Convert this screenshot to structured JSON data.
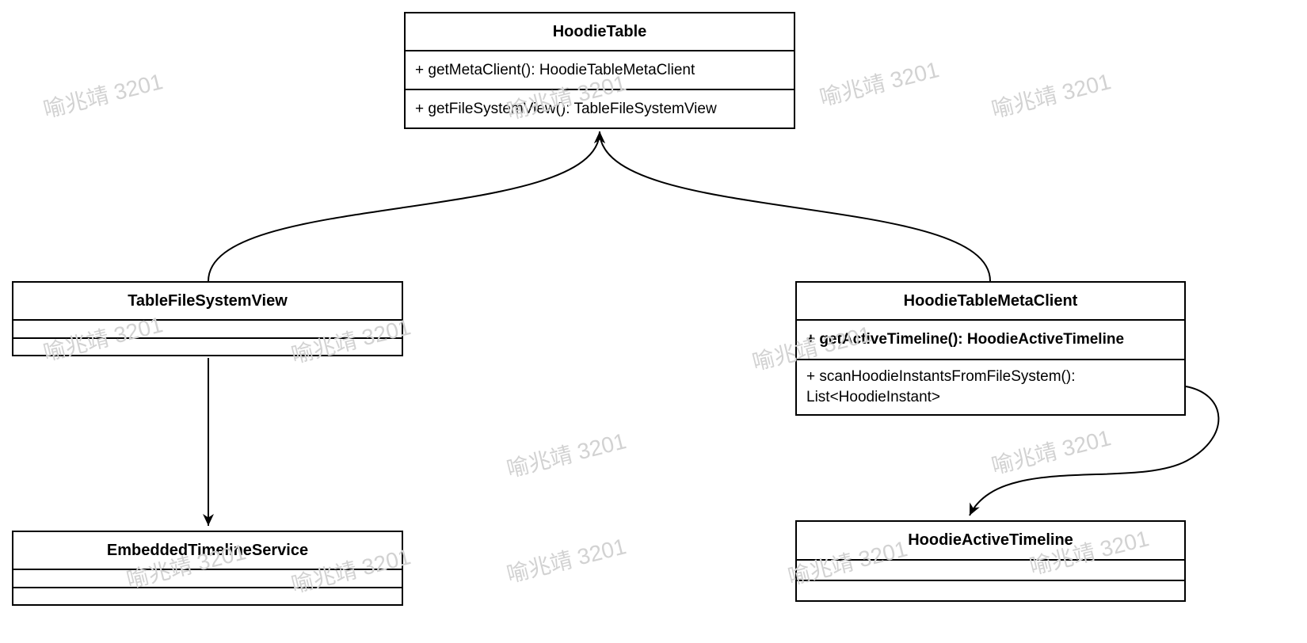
{
  "watermark": {
    "text": "喻兆靖 3201",
    "color": "#d2d2d2"
  },
  "classes": {
    "hoodie_table": {
      "title": "HoodieTable",
      "methods": [
        "+ getMetaClient(): HoodieTableMetaClient",
        "+ getFileSystemView(): TableFileSystemView"
      ]
    },
    "table_file_system_view": {
      "title": "TableFileSystemView",
      "methods": []
    },
    "hoodie_table_meta_client": {
      "title": "HoodieTableMetaClient",
      "methods": [
        "+ getActiveTimeline(): HoodieActiveTimeline",
        "+ scanHoodieInstantsFromFileSystem(): List<HoodieInstant>"
      ]
    },
    "embedded_timeline_service": {
      "title": "EmbeddedTimelineService",
      "methods": []
    },
    "hoodie_active_timeline": {
      "title": "HoodieActiveTimeline",
      "methods": []
    }
  },
  "edges": [
    {
      "from": "TableFileSystemView",
      "to": "HoodieTable",
      "style": "curved-arrow"
    },
    {
      "from": "HoodieTableMetaClient",
      "to": "HoodieTable",
      "style": "curved-arrow"
    },
    {
      "from": "TableFileSystemView",
      "to": "EmbeddedTimelineService",
      "style": "straight-arrow"
    },
    {
      "from": "HoodieTableMetaClient",
      "to": "HoodieActiveTimeline",
      "style": "s-curve-arrow"
    }
  ]
}
